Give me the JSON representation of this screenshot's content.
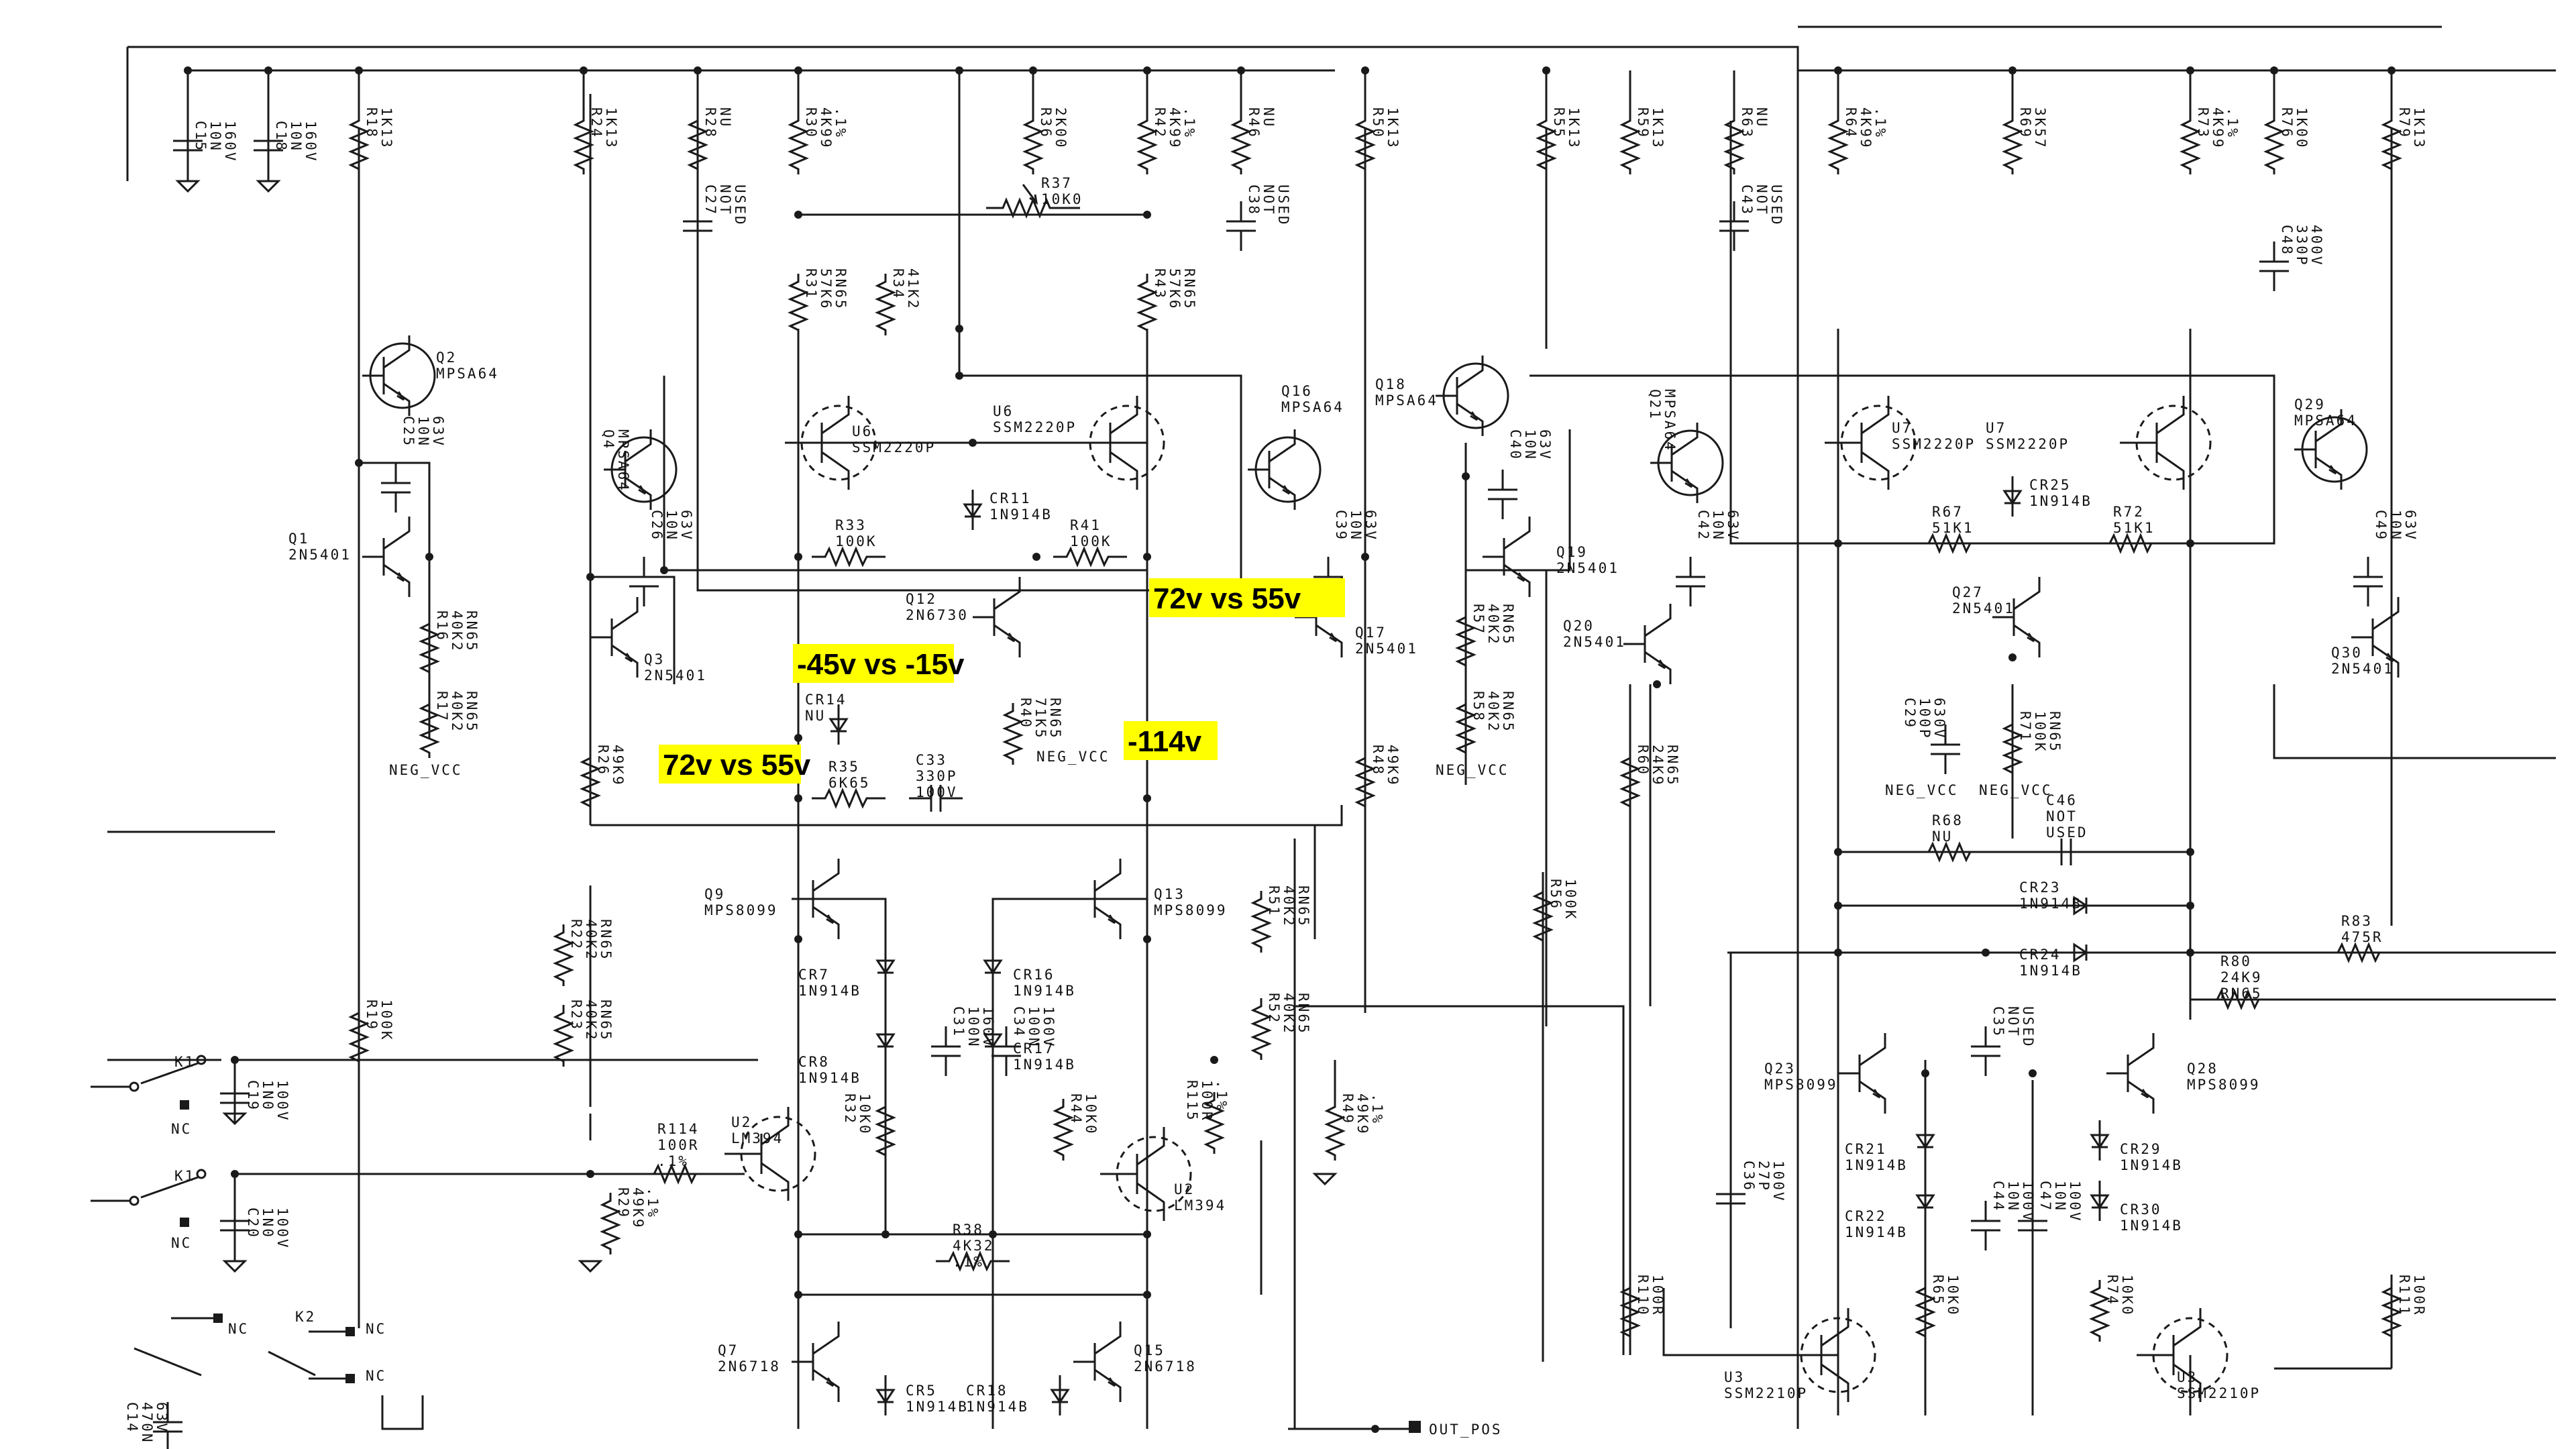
{
  "highlight_color": "#ffff00",
  "annotations": [
    {
      "id": "a1",
      "text": "72v vs 55v"
    },
    {
      "id": "a2",
      "text": "-45v vs -15v"
    },
    {
      "id": "a3",
      "text": "72v vs 55v"
    },
    {
      "id": "a4",
      "text": "-114v"
    }
  ],
  "nets": {
    "neg_vcc": "NEG_VCC",
    "out_pos": "OUT_POS",
    "nc": "NC"
  },
  "components": {
    "C15": [
      "C15",
      "10N",
      "160V"
    ],
    "C18": [
      "C18",
      "10N",
      "160V"
    ],
    "R18": [
      "R18",
      "1K13"
    ],
    "R24": [
      "R24",
      "1K13"
    ],
    "R28": [
      "R28",
      "NU"
    ],
    "C27": [
      "C27",
      "NOT",
      "USED"
    ],
    "R30": [
      "R30",
      "4K99",
      ".1%"
    ],
    "R36": [
      "R36",
      "2K00"
    ],
    "R37": [
      "R37",
      "10K0"
    ],
    "R42": [
      "R42",
      "4K99",
      ".1%"
    ],
    "R46": [
      "R46",
      "NU"
    ],
    "C38": [
      "C38",
      "NOT",
      "USED"
    ],
    "R50": [
      "R50",
      "1K13"
    ],
    "R55": [
      "R55",
      "1K13"
    ],
    "R59": [
      "R59",
      "1K13"
    ],
    "R63": [
      "R63",
      "NU"
    ],
    "C43": [
      "C43",
      "NOT",
      "USED"
    ],
    "R64": [
      "R64",
      "4K99",
      ".1%"
    ],
    "R69": [
      "R69",
      "3K57"
    ],
    "R73": [
      "R73",
      "4K99",
      ".1%"
    ],
    "R76": [
      "R76",
      "1K00"
    ],
    "R79": [
      "R79",
      "1K13"
    ],
    "C48": [
      "C48",
      "330P",
      "400V"
    ],
    "R31": [
      "R31",
      "57K6",
      "RN65"
    ],
    "R34": [
      "R34",
      "41K2"
    ],
    "R43": [
      "R43",
      "57K6",
      "RN65"
    ],
    "Q2": [
      "Q2",
      "MPSA64"
    ],
    "C25": [
      "C25",
      "10N",
      "63V"
    ],
    "Q4": [
      "Q4",
      "MPSA64"
    ],
    "U6a": [
      "U6",
      "SSM2220P"
    ],
    "U6b": [
      "U6",
      "SSM2220P"
    ],
    "Q16": [
      "Q16",
      "MPSA64"
    ],
    "Q18": [
      "Q18",
      "MPSA64"
    ],
    "C40": [
      "C40",
      "10N",
      "63V"
    ],
    "Q21": [
      "Q21",
      "MPSA64"
    ],
    "U7a": [
      "U7",
      "SSM2220P"
    ],
    "U7b": [
      "U7",
      "SSM2220P"
    ],
    "Q29": [
      "Q29",
      "MPSA64"
    ],
    "C26": [
      "C26",
      "10N",
      "63V"
    ],
    "CR11": [
      "CR11",
      "1N914B"
    ],
    "C39": [
      "C39",
      "10N",
      "63V"
    ],
    "C42": [
      "C42",
      "10N",
      "63V"
    ],
    "CR25": [
      "CR25",
      "1N914B"
    ],
    "C49": [
      "C49",
      "10N",
      "63V"
    ],
    "Q1": [
      "Q1",
      "2N5401"
    ],
    "R33": [
      "R33",
      "100K"
    ],
    "R41": [
      "R41",
      "100K"
    ],
    "Q19": [
      "Q19",
      "2N5401"
    ],
    "R67": [
      "R67",
      "51K1"
    ],
    "R72": [
      "R72",
      "51K1"
    ],
    "R16": [
      "R16",
      "40K2",
      "RN65"
    ],
    "Q12": [
      "Q12",
      "2N6730"
    ],
    "Q17": [
      "Q17",
      "2N5401"
    ],
    "R57": [
      "R57",
      "40K2",
      "RN65"
    ],
    "Q20": [
      "Q20",
      "2N5401"
    ],
    "Q27": [
      "Q27",
      "2N5401"
    ],
    "Q3": [
      "Q3",
      "2N5401"
    ],
    "R40": [
      "R40",
      "71K5",
      "RN65"
    ],
    "Q30": [
      "Q30",
      "2N5401"
    ],
    "R17": [
      "R17",
      "40K2",
      "RN65"
    ],
    "CR14": [
      "CR14",
      "NU"
    ],
    "R58": [
      "R58",
      "40K2",
      "RN65"
    ],
    "C29": [
      "C29",
      "100P",
      "630V"
    ],
    "R71": [
      "R71",
      "100K",
      "RN65"
    ],
    "R26": [
      "R26",
      "49K9"
    ],
    "R48": [
      "R48",
      "49K9"
    ],
    "R60": [
      "R60",
      "24K9",
      "RN65"
    ],
    "R35": [
      "R35",
      "6K65"
    ],
    "C33": [
      "C33",
      "330P",
      "100V"
    ],
    "R68": [
      "R68",
      "NU"
    ],
    "C46": [
      "C46",
      "NOT",
      "USED"
    ],
    "Q9": [
      "Q9",
      "MPS8099"
    ],
    "Q13": [
      "Q13",
      "MPS8099"
    ],
    "R51": [
      "R51",
      "40K2",
      "RN65"
    ],
    "R56": [
      "R56",
      "100K"
    ],
    "CR23": [
      "CR23",
      "1N914B"
    ],
    "R22": [
      "R22",
      "40K2",
      "RN65"
    ],
    "CR24": [
      "CR24",
      "1N914B"
    ],
    "R83": [
      "R83",
      "475R"
    ],
    "CR7": [
      "CR7",
      "1N914B"
    ],
    "CR16": [
      "CR16",
      "1N914B"
    ],
    "R80": [
      "R80",
      "24K9",
      "RN65"
    ],
    "R19": [
      "R19",
      "100K"
    ],
    "R23": [
      "R23",
      "40K2",
      "RN65"
    ],
    "CR8": [
      "CR8",
      "1N914B"
    ],
    "C31": [
      "C31",
      "100N",
      "160V"
    ],
    "C34": [
      "C34",
      "100N",
      "160V"
    ],
    "CR17": [
      "CR17",
      "1N914B"
    ],
    "R52": [
      "R52",
      "40K2",
      "RN65"
    ],
    "C35": [
      "C35",
      "NOT",
      "USED"
    ],
    "C19": [
      "C19",
      "1N0",
      "100V"
    ],
    "K1a": [
      "K1"
    ],
    "Q23": [
      "Q23",
      "MPS8099"
    ],
    "Q28": [
      "Q28",
      "MPS8099"
    ],
    "R32": [
      "R32",
      "10K0"
    ],
    "R44": [
      "R44",
      "10K0"
    ],
    "R115": [
      "R115",
      "100R",
      ".1%"
    ],
    "R49": [
      "R49",
      "49K9",
      ".1%"
    ],
    "CR21": [
      "CR21",
      "1N914B"
    ],
    "CR29": [
      "CR29",
      "1N914B"
    ],
    "U2a": [
      "U2",
      "LM394"
    ],
    "R114": [
      "R114",
      "100R",
      ".1%"
    ],
    "K1b": [
      "K1"
    ],
    "C20": [
      "C20",
      "1N0",
      "100V"
    ],
    "C36": [
      "C36",
      "27P",
      "100V"
    ],
    "U2b": [
      "U2",
      "LM394"
    ],
    "R29": [
      "R29",
      "49K9",
      ".1%"
    ],
    "CR22": [
      "CR22",
      "1N914B"
    ],
    "C44": [
      "C44",
      "10N",
      "100V"
    ],
    "C47": [
      "C47",
      "10N",
      "100V"
    ],
    "CR30": [
      "CR30",
      "1N914B"
    ],
    "R38": [
      "R38",
      "4K32",
      ".1%"
    ],
    "R65": [
      "R65",
      "10K0"
    ],
    "R74": [
      "R74",
      "10K0"
    ],
    "R110": [
      "R110",
      "100R"
    ],
    "R111": [
      "R111",
      "100R"
    ],
    "Q7": [
      "Q7",
      "2N6718"
    ],
    "Q15": [
      "Q15",
      "2N6718"
    ],
    "K2": [
      "K2"
    ],
    "CR5": [
      "CR5",
      "1N914B"
    ],
    "CR18": [
      "CR18",
      "1N914B"
    ],
    "U3a": [
      "U3",
      "SSM2210P"
    ],
    "U3b": [
      "U3",
      "SSM2210P"
    ],
    "C14": [
      "C14",
      "470N",
      "63V"
    ]
  }
}
